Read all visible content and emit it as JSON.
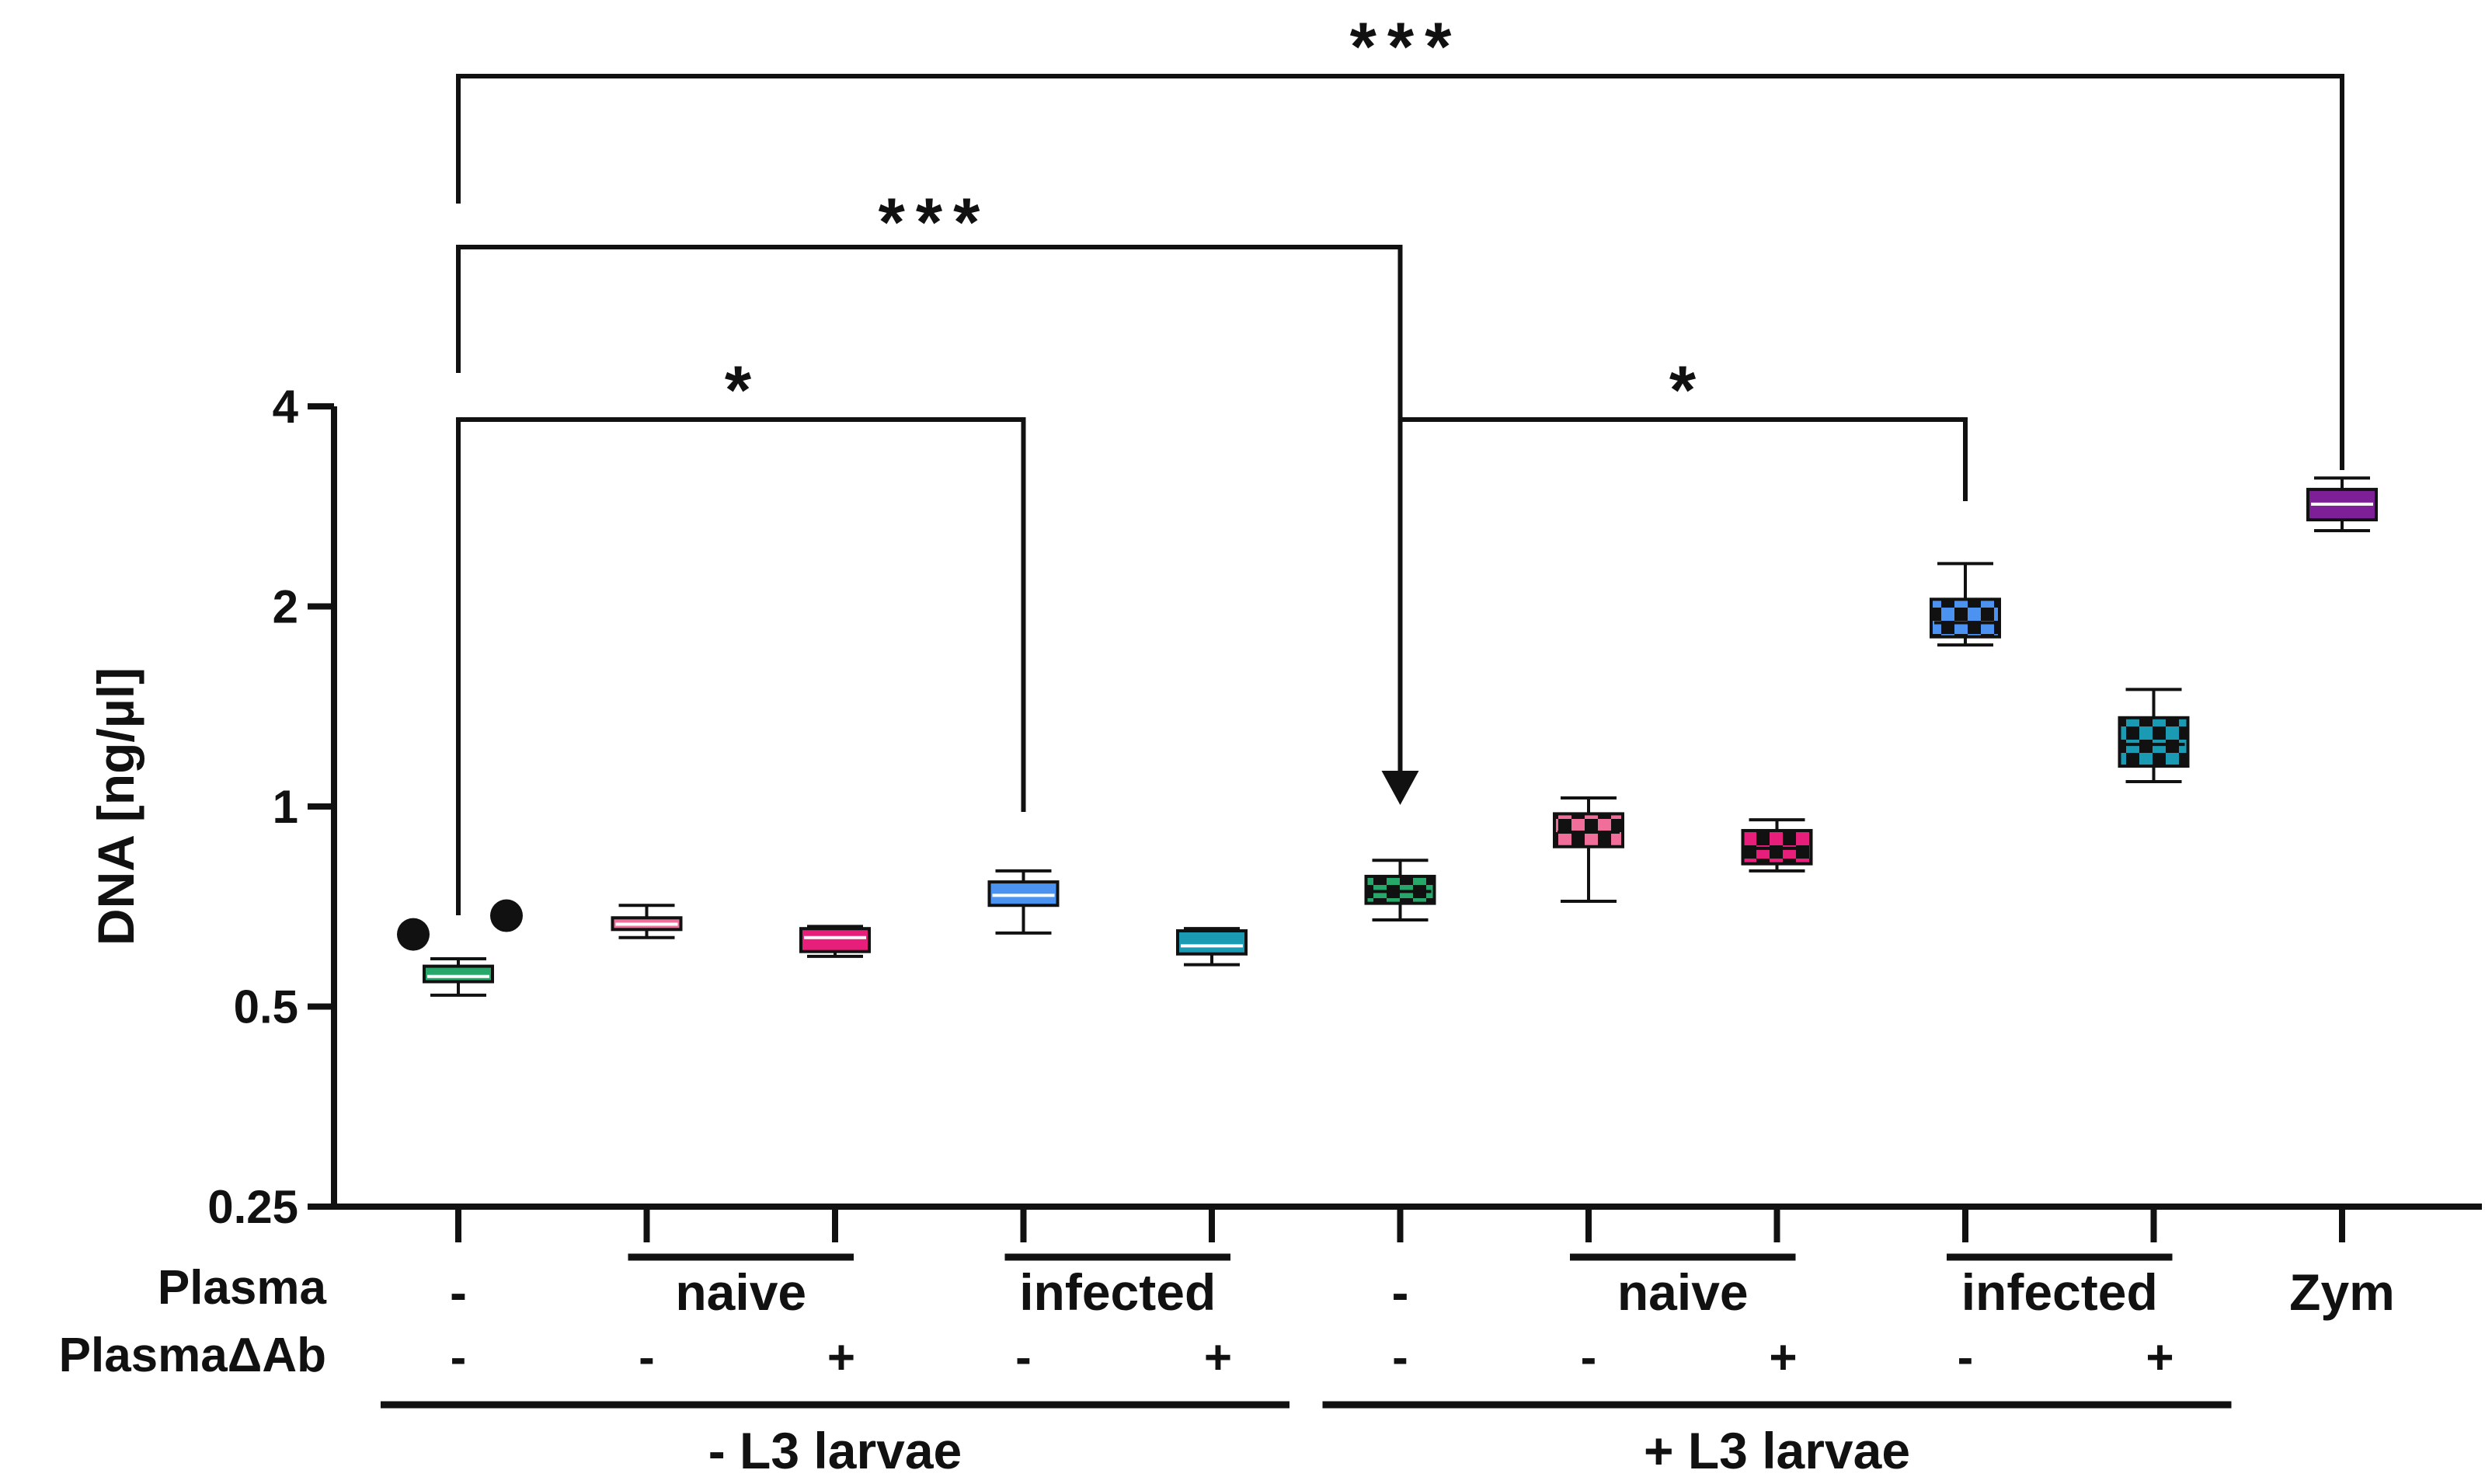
{
  "chart_data": {
    "type": "box",
    "ylabel": "DNA [ng/µl]",
    "y_scale": "log2",
    "ylim": [
      0.25,
      4
    ],
    "yticks": [
      0.25,
      0.5,
      1,
      2,
      4
    ],
    "ytick_labels": [
      "0.25",
      "0.5",
      "1",
      "2",
      "4"
    ],
    "row_labels": {
      "plasma": "Plasma",
      "plasma_dab": "PlasmaΔAb"
    },
    "groups": [
      {
        "plasma": "-",
        "plasma_dab": "-",
        "larvae": "- L3 larvae",
        "color": "#27A86A",
        "pattern": "solid",
        "min": 0.52,
        "q1": 0.545,
        "median": 0.555,
        "q3": 0.575,
        "max": 0.59
      },
      {
        "plasma": "naive",
        "plasma_dab": "-",
        "larvae": "- L3 larvae",
        "color": "#F06F9A",
        "pattern": "solid",
        "min": 0.635,
        "q1": 0.653,
        "median": 0.665,
        "q3": 0.68,
        "max": 0.71
      },
      {
        "plasma": "naive",
        "plasma_dab": "+",
        "larvae": "- L3 larvae",
        "color": "#E81E7B",
        "pattern": "solid",
        "min": 0.595,
        "q1": 0.605,
        "median": 0.635,
        "q3": 0.655,
        "max": 0.66
      },
      {
        "plasma": "infected",
        "plasma_dab": "-",
        "larvae": "- L3 larvae",
        "color": "#4C92F0",
        "pattern": "solid",
        "min": 0.645,
        "q1": 0.71,
        "median": 0.735,
        "q3": 0.77,
        "max": 0.8
      },
      {
        "plasma": "infected",
        "plasma_dab": "+",
        "larvae": "- L3 larvae",
        "color": "#1A9AB3",
        "pattern": "solid",
        "min": 0.578,
        "q1": 0.6,
        "median": 0.617,
        "q3": 0.65,
        "max": 0.655
      },
      {
        "plasma": "-",
        "plasma_dab": "-",
        "larvae": "+ L3 larvae",
        "color": "#27A86A",
        "pattern": "checkered",
        "min": 0.675,
        "q1": 0.715,
        "median": 0.745,
        "q3": 0.785,
        "max": 0.83
      },
      {
        "plasma": "naive",
        "plasma_dab": "-",
        "larvae": "+ L3 larvae",
        "color": "#F06F9A",
        "pattern": "checkered",
        "min": 0.72,
        "q1": 0.87,
        "median": 0.915,
        "q3": 0.975,
        "max": 1.03
      },
      {
        "plasma": "naive",
        "plasma_dab": "+",
        "larvae": "+ L3 larvae",
        "color": "#E81E7B",
        "pattern": "checkered",
        "min": 0.8,
        "q1": 0.82,
        "median": 0.865,
        "q3": 0.92,
        "max": 0.955
      },
      {
        "plasma": "infected",
        "plasma_dab": "-",
        "larvae": "+ L3 larvae",
        "color": "#4C92F0",
        "pattern": "checkered",
        "min": 1.75,
        "q1": 1.8,
        "median": 1.89,
        "q3": 2.05,
        "max": 2.32
      },
      {
        "plasma": "infected",
        "plasma_dab": "+",
        "larvae": "+ L3 larvae",
        "color": "#1A9AB3",
        "pattern": "checkered",
        "min": 1.09,
        "q1": 1.15,
        "median": 1.24,
        "q3": 1.36,
        "max": 1.5
      },
      {
        "plasma": "Zym",
        "plasma_dab": "",
        "larvae": "",
        "color": "#7D1F97",
        "pattern": "solid",
        "min": 2.6,
        "q1": 2.7,
        "median": 2.85,
        "q3": 3.0,
        "max": 3.12
      }
    ],
    "outliers": [
      {
        "group_index": 0,
        "value": 0.642
      },
      {
        "group_index": 0,
        "value": 0.685
      }
    ],
    "x_header_labels": [
      {
        "from": 0,
        "to": 0,
        "text": "-",
        "underline": false
      },
      {
        "from": 1,
        "to": 2,
        "text": "naive",
        "underline": true
      },
      {
        "from": 3,
        "to": 4,
        "text": "infected",
        "underline": true
      },
      {
        "from": 5,
        "to": 5,
        "text": "-",
        "underline": false
      },
      {
        "from": 6,
        "to": 7,
        "text": "naive",
        "underline": true
      },
      {
        "from": 8,
        "to": 9,
        "text": "infected",
        "underline": true
      },
      {
        "from": 10,
        "to": 10,
        "text": "Zym",
        "underline": false
      }
    ],
    "dab_labels": [
      "-",
      "-",
      "+",
      "-",
      "+",
      "-",
      "-",
      "+",
      "-",
      "+",
      ""
    ],
    "larvae_groups": [
      {
        "from": 0,
        "to": 4,
        "text": "- L3 larvae"
      },
      {
        "from": 5,
        "to": 9,
        "text": "+ L3 larvae"
      }
    ],
    "significance": [
      {
        "from": 0,
        "to": 3,
        "label": "*",
        "arrow": false
      },
      {
        "from": 0,
        "to": 5,
        "label": "***",
        "arrow": true
      },
      {
        "from": 0,
        "to": 10,
        "label": "***",
        "arrow": false
      },
      {
        "from": 5,
        "to": 8,
        "label": "*",
        "arrow": false
      }
    ]
  }
}
